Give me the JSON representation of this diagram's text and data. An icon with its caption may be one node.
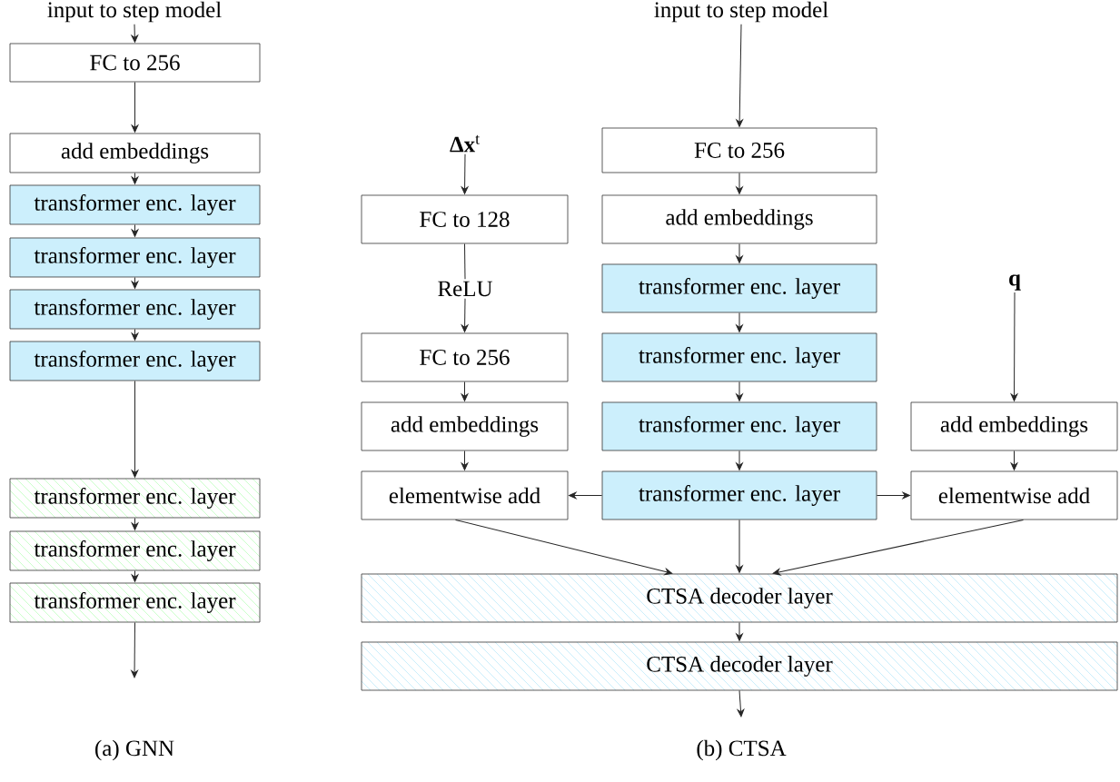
{
  "diagram": {
    "nodes": [
      {
        "text": [
          "input to step model"
        ]
      },
      {
        "text": [
          "FC to 256"
        ]
      },
      {
        "text": [
          "add embeddings"
        ]
      },
      {
        "text": [
          "transformer enc. layer"
        ]
      },
      {
        "text": [
          "transformer enc. layer"
        ]
      },
      {
        "text": [
          "transformer enc. layer"
        ]
      },
      {
        "text": [
          "transformer enc. layer"
        ]
      },
      {
        "text": [
          "transformer enc. layer"
        ]
      },
      {
        "text": [
          "transformer enc. layer"
        ]
      },
      {
        "text": [
          "transformer enc. layer"
        ]
      },
      {
        "text": [
          "input to step model"
        ]
      },
      {
        "text": [
          "FC to 256"
        ]
      },
      {
        "text": [
          "**Δx**$^{t}$"
        ]
      },
      {
        "text": [
          "add embeddings"
        ]
      },
      {
        "text": [
          "FC to 128"
        ]
      },
      {
        "text": [
          "transformer enc. layer"
        ]
      },
      {
        "text": [
          "ReLU"
        ]
      },
      {
        "text": [
          "transformer enc. layer"
        ]
      },
      {
        "text": [
          "q"
        ]
      },
      {
        "text": [
          "FC to 256"
        ]
      },
      {
        "text": [
          "transformer enc. layer"
        ]
      },
      {
        "text": [
          "add embeddings"
        ]
      },
      {
        "text": [
          "add embeddings"
        ]
      },
      {
        "text": [
          "elementwise add"
        ]
      },
      {
        "text": [
          "transformer enc. layer"
        ]
      },
      {
        "text": [
          "elementwise add"
        ]
      },
      {
        "text": [
          "CTSA decoder layer"
        ]
      },
      {
        "text": [
          "CTSA decoder layer"
        ]
      }
    ],
    "edges": [
      {
        "from": 0,
        "to": 1,
        "arrow": "to"
      },
      {
        "from": 1,
        "to": 2,
        "arrow": "to"
      },
      {
        "from": 2,
        "to": 3,
        "arrow": "to"
      },
      {
        "from": 3,
        "to": 4,
        "arrow": "to"
      },
      {
        "from": 4,
        "to": 5,
        "arrow": "to"
      },
      {
        "from": 5,
        "to": 6,
        "arrow": "to"
      },
      {
        "from": 6,
        "to": 7,
        "arrow": "to"
      },
      {
        "from": 7,
        "to": 8,
        "arrow": "to"
      },
      {
        "from": 8,
        "to": 9,
        "arrow": "to"
      },
      {
        "from": 9,
        "to": null,
        "arrow": "to"
      },
      {
        "from": 10,
        "to": 11,
        "arrow": "to"
      },
      {
        "from": 11,
        "to": 13,
        "arrow": "to"
      },
      {
        "from": 13,
        "to": 15,
        "arrow": "to"
      },
      {
        "from": 15,
        "to": 17,
        "arrow": "to"
      },
      {
        "from": 17,
        "to": 20,
        "arrow": "to"
      },
      {
        "from": 20,
        "to": 24,
        "arrow": "to"
      },
      {
        "from": 12,
        "to": 14,
        "arrow": "to"
      },
      {
        "from": 14,
        "to": 16,
        "arrow": "none"
      },
      {
        "from": 16,
        "to": 19,
        "arrow": "to"
      },
      {
        "from": 19,
        "to": 21,
        "arrow": "to"
      },
      {
        "from": 21,
        "to": 23,
        "arrow": "to"
      },
      {
        "from": 24,
        "to": 23,
        "arrow": "to"
      },
      {
        "from": 24,
        "to": 25,
        "arrow": "to"
      },
      {
        "from": 18,
        "to": 22,
        "arrow": "to"
      },
      {
        "from": 22,
        "to": 25,
        "arrow": "to"
      },
      {
        "from": 23,
        "to": 26,
        "arrow": "to"
      },
      {
        "from": 24,
        "to": 26,
        "arrow": "to"
      },
      {
        "from": 25,
        "to": 26,
        "arrow": "to"
      },
      {
        "from": 26,
        "to": 27,
        "arrow": "to"
      },
      {
        "from": 27,
        "to": null,
        "arrow": "to"
      }
    ],
    "labels": [
      "(a) GNN",
      "(b) CTSA"
    ]
  }
}
